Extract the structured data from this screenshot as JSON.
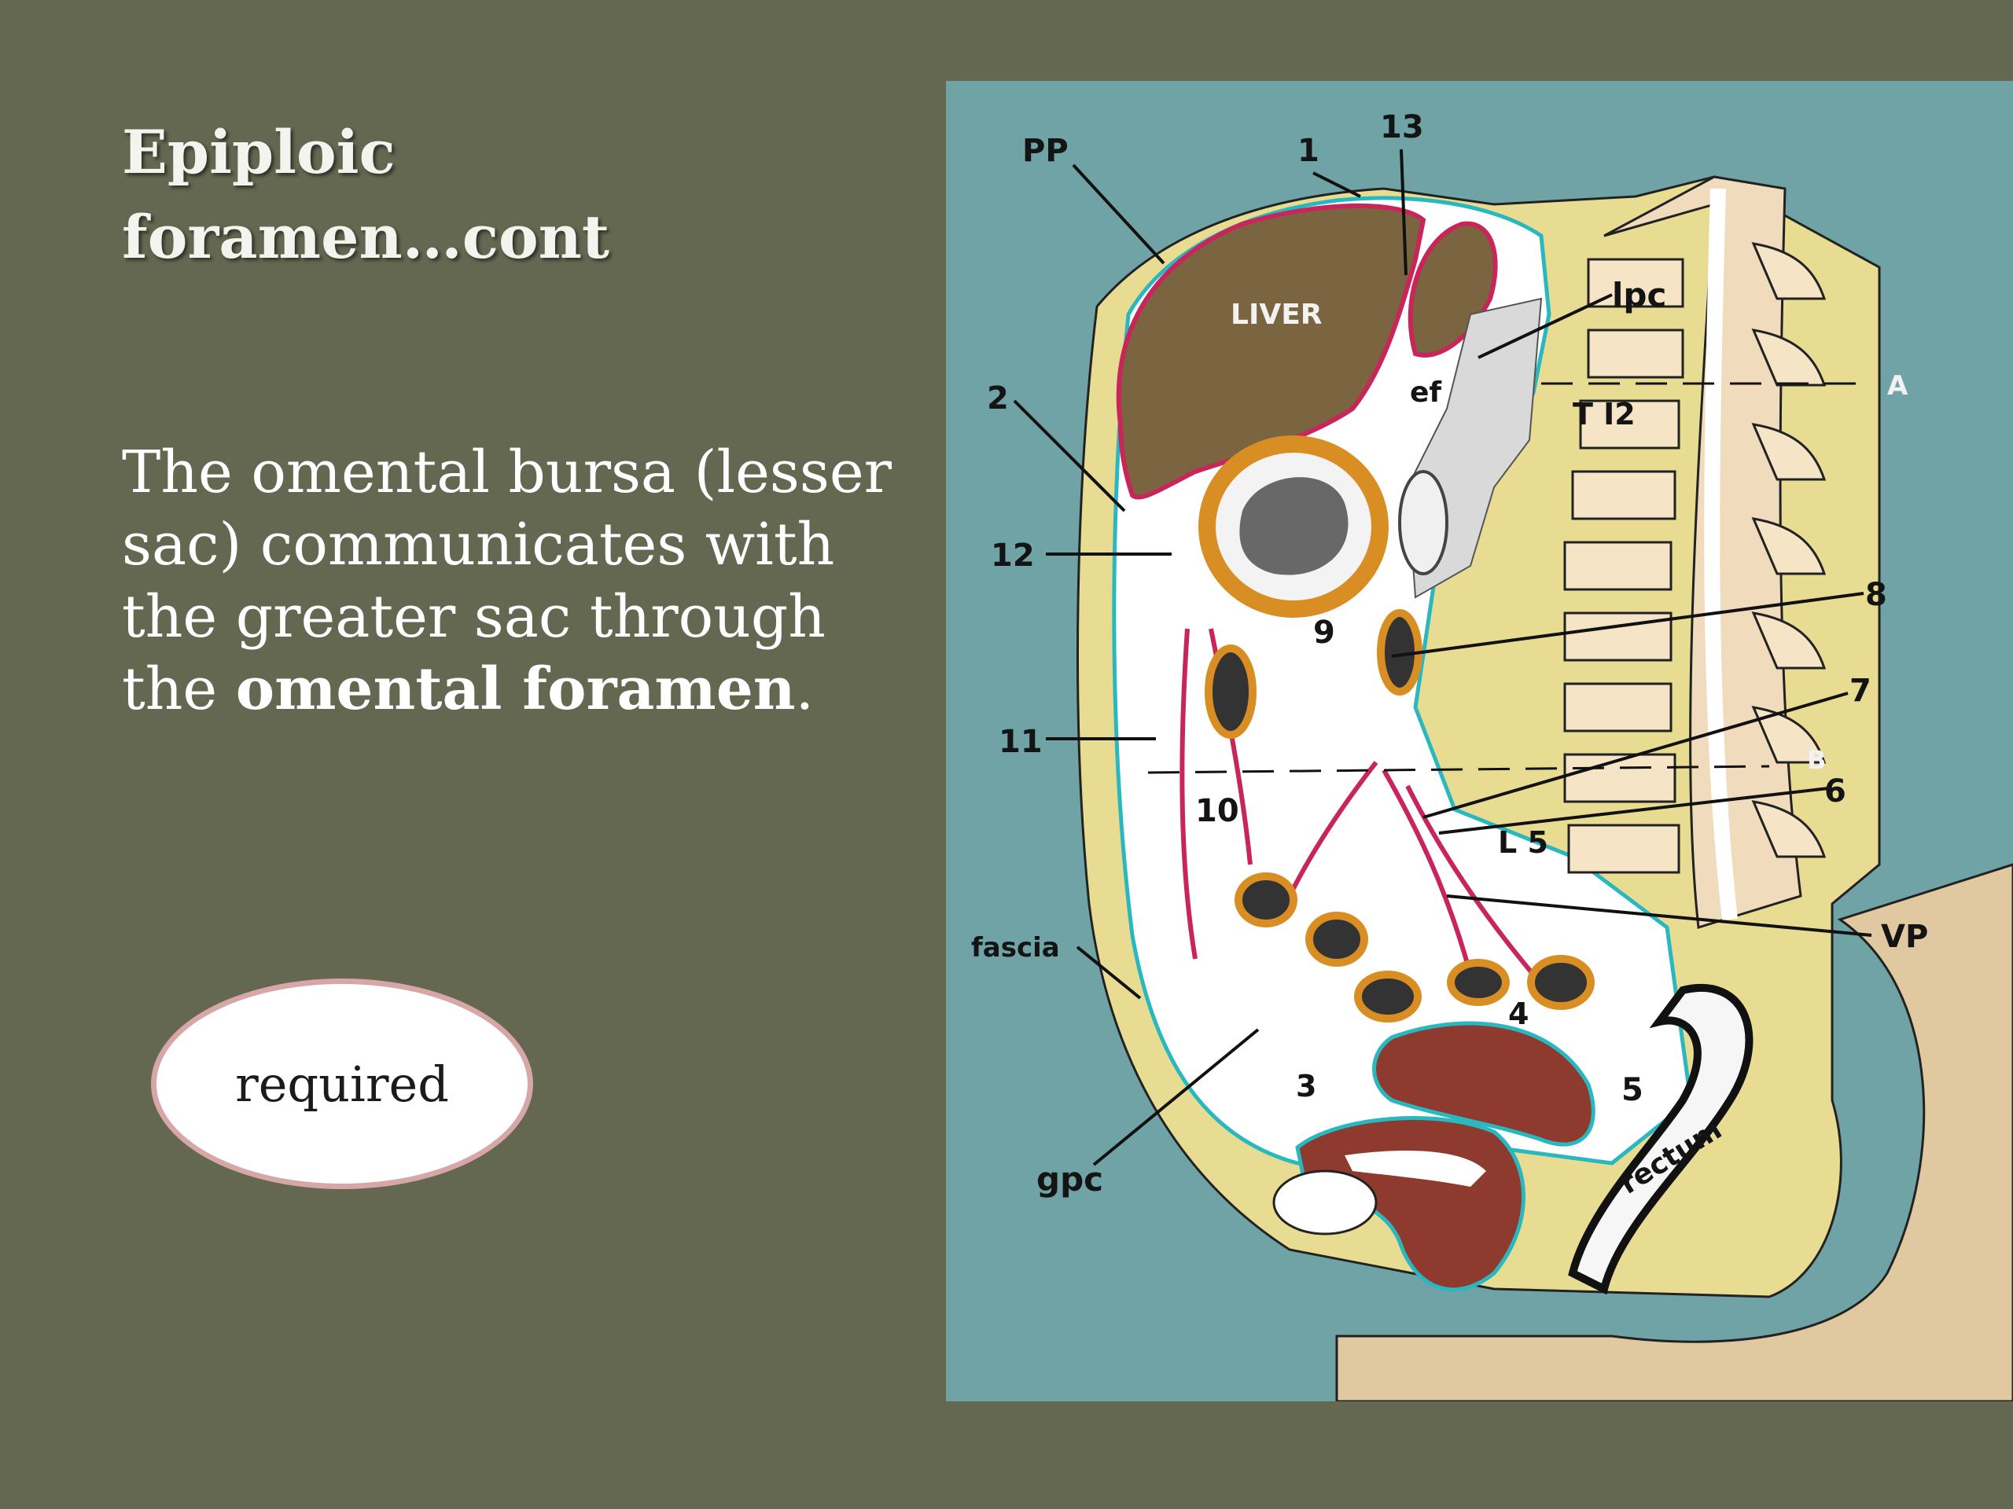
{
  "slide": {
    "title_lines": [
      "Epiploic",
      "foramen…cont"
    ],
    "body_plain": "The omental bursa (lesser sac) communicates with the greater sac through the",
    "body_bold": "omental foramen",
    "body_end": ".",
    "button_label": "required"
  },
  "diagram": {
    "labels": {
      "pp": "PP",
      "n1": "1",
      "n13": "13",
      "lpc": "lpc",
      "a": "A",
      "t12": "T I2",
      "n2": "2",
      "n12": "12",
      "ef": "ef",
      "liver": "LIVER",
      "n8": "8",
      "n9": "9",
      "n7": "7",
      "n11": "11",
      "b": "B",
      "n6": "6",
      "n10": "10",
      "l5": "L 5",
      "vp": "VP",
      "fascia": "fascia",
      "n4": "4",
      "n3": "3",
      "n5": "5",
      "gpc": "gpc",
      "rectum": "rectum"
    }
  },
  "colors": {
    "background": "#646851",
    "figure_bg": "#6fa3a5",
    "liver": "#7a6540",
    "peritoneum_red": "#c8255a",
    "peritoneum_cyan": "#2ab8c0",
    "fat": "#e8dc93",
    "vertebra": "#f0dcbc",
    "bladder_uterus": "#8f3a2e"
  }
}
